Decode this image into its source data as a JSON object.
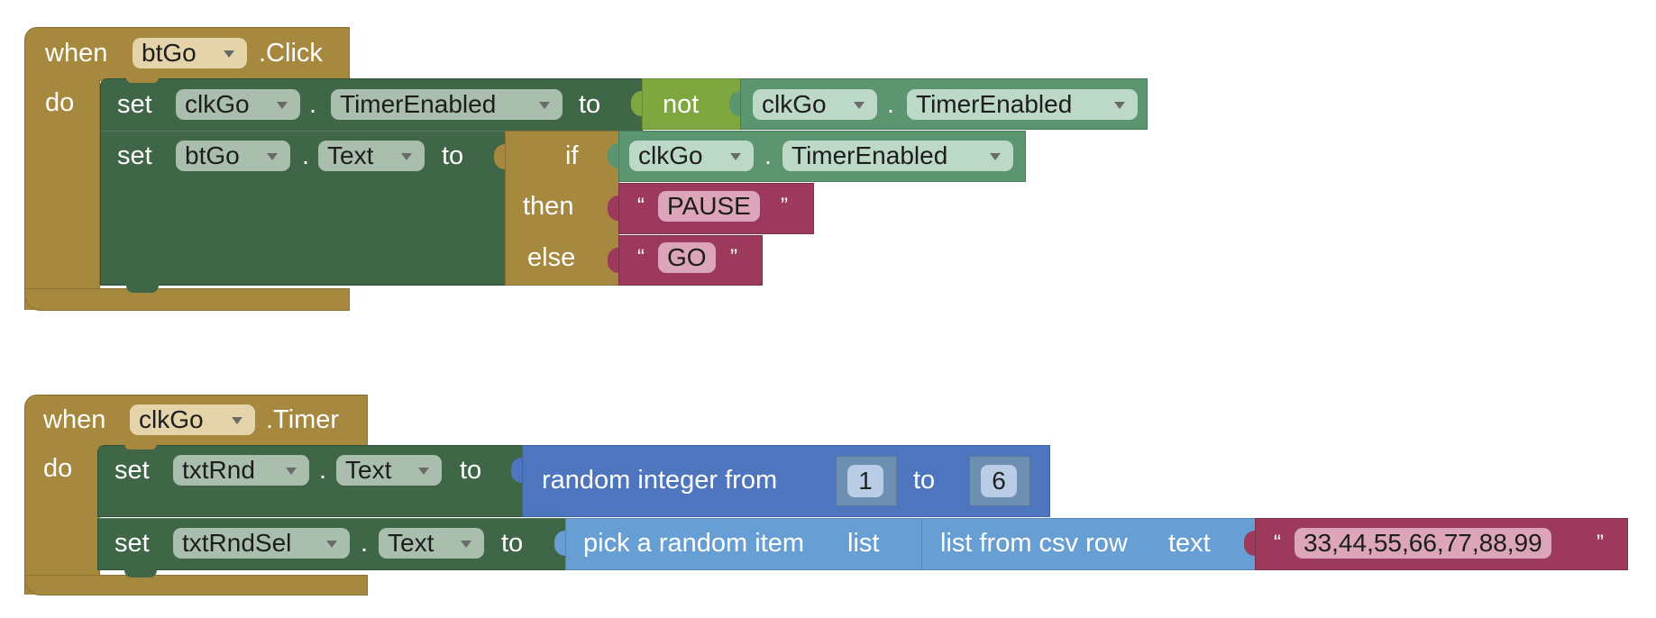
{
  "block1": {
    "when": "when",
    "component": "btGo",
    "event": ".Click",
    "do": "do",
    "stmt1": {
      "set": "set",
      "component": "clkGo",
      "dot": ".",
      "property": "TimerEnabled",
      "to": "to",
      "not": "not",
      "getter": {
        "component": "clkGo",
        "dot": ".",
        "property": "TimerEnabled"
      }
    },
    "stmt2": {
      "set": "set",
      "component": "btGo",
      "dot": ".",
      "property": "Text",
      "to": "to",
      "if": "if",
      "then": "then",
      "else": "else",
      "condition": {
        "component": "clkGo",
        "dot": ".",
        "property": "TimerEnabled"
      },
      "then_text": "PAUSE",
      "else_text": "GO"
    }
  },
  "block2": {
    "when": "when",
    "component": "clkGo",
    "event": ".Timer",
    "do": "do",
    "stmt1": {
      "set": "set",
      "component": "txtRnd",
      "dot": ".",
      "property": "Text",
      "to": "to",
      "random_label": "random integer from",
      "from": "1",
      "to_word": "to",
      "to_value": "6"
    },
    "stmt2": {
      "set": "set",
      "component": "txtRndSel",
      "dot": ".",
      "property": "Text",
      "to": "to",
      "pick_label": "pick a random item",
      "list_word": "list",
      "csv_label": "list from csv row",
      "text_word": "text",
      "csv_text": "33,44,55,66,77,88,99"
    }
  },
  "quote_open": "“",
  "quote_close": "”",
  "icons": [
    "dropdown-arrow-icon"
  ]
}
